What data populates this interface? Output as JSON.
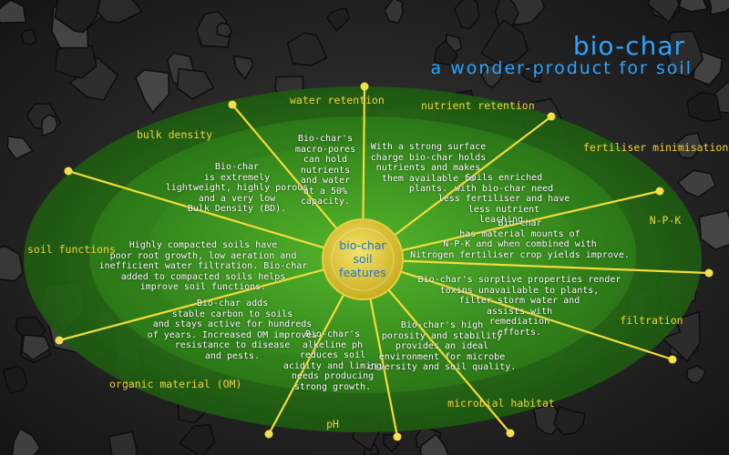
{
  "header": {
    "title": "bio-char",
    "subtitle": "a wonder-product for soil"
  },
  "hub": {
    "label": "bio-char\nsoil\nfeatures"
  },
  "features": [
    {
      "id": "water-retention",
      "label": "water\nretention",
      "description": "Bio-char's\nmacro-pores\ncan hold\nnutrients\nand water\nat a 50%\ncapacity."
    },
    {
      "id": "nutrient-retention",
      "label": "nutrient\nretention",
      "description": "With a strong surface\ncharge bio-char holds\nnutrients and makes\nthem available to\nplants."
    },
    {
      "id": "fertiliser-minimisation",
      "label": "fertiliser\nminimisation",
      "description": "Soils enriched\nwith bio-char need\nless fertiliser and have\nless nutrient\nleaching."
    },
    {
      "id": "npk",
      "label": "N-P-K",
      "description": "Bio-char\nhas material mounts of\nN-P-K and when combined with\nNitrogen fertiliser crop yields improve."
    },
    {
      "id": "filtration",
      "label": "filtration",
      "description": "Bio-char's sorptive properties render\ntoxins unavailable to plants,\nfilter storm water and\nassists with\nremediation\nefforts."
    },
    {
      "id": "microbial-habitat",
      "label": "microbial habitat",
      "description": "Bio-char's high\nporosity and stability\nprovides an ideal\nenvironment for microbe\ndiversity and soil quality."
    },
    {
      "id": "ph",
      "label": "pH",
      "description": "Bio-char's\nalkeline ph\nreduces soil\nacidity and liming\nneeds producing\nstrong growth."
    },
    {
      "id": "organic-material",
      "label": "organic material\n(OM)",
      "description": "Bio-char adds\nstable carbon to soils\nand stays active for hundreds\nof years. Increased OM improves\nresistance to disease\nand pests."
    },
    {
      "id": "soil-functions",
      "label": "soil\nfunctions",
      "description": "Highly compacted soils have\npoor root growth, low aeration and\ninefficient water filtration. Bio-char\nadded to compacted soils helps\nimprove soil functions."
    },
    {
      "id": "bulk-density",
      "label": "bulk\ndensity",
      "description": "Bio-char\nis extremely\nlightweight, highly porous\nand a very low\nBulk Density (BD)."
    }
  ]
}
